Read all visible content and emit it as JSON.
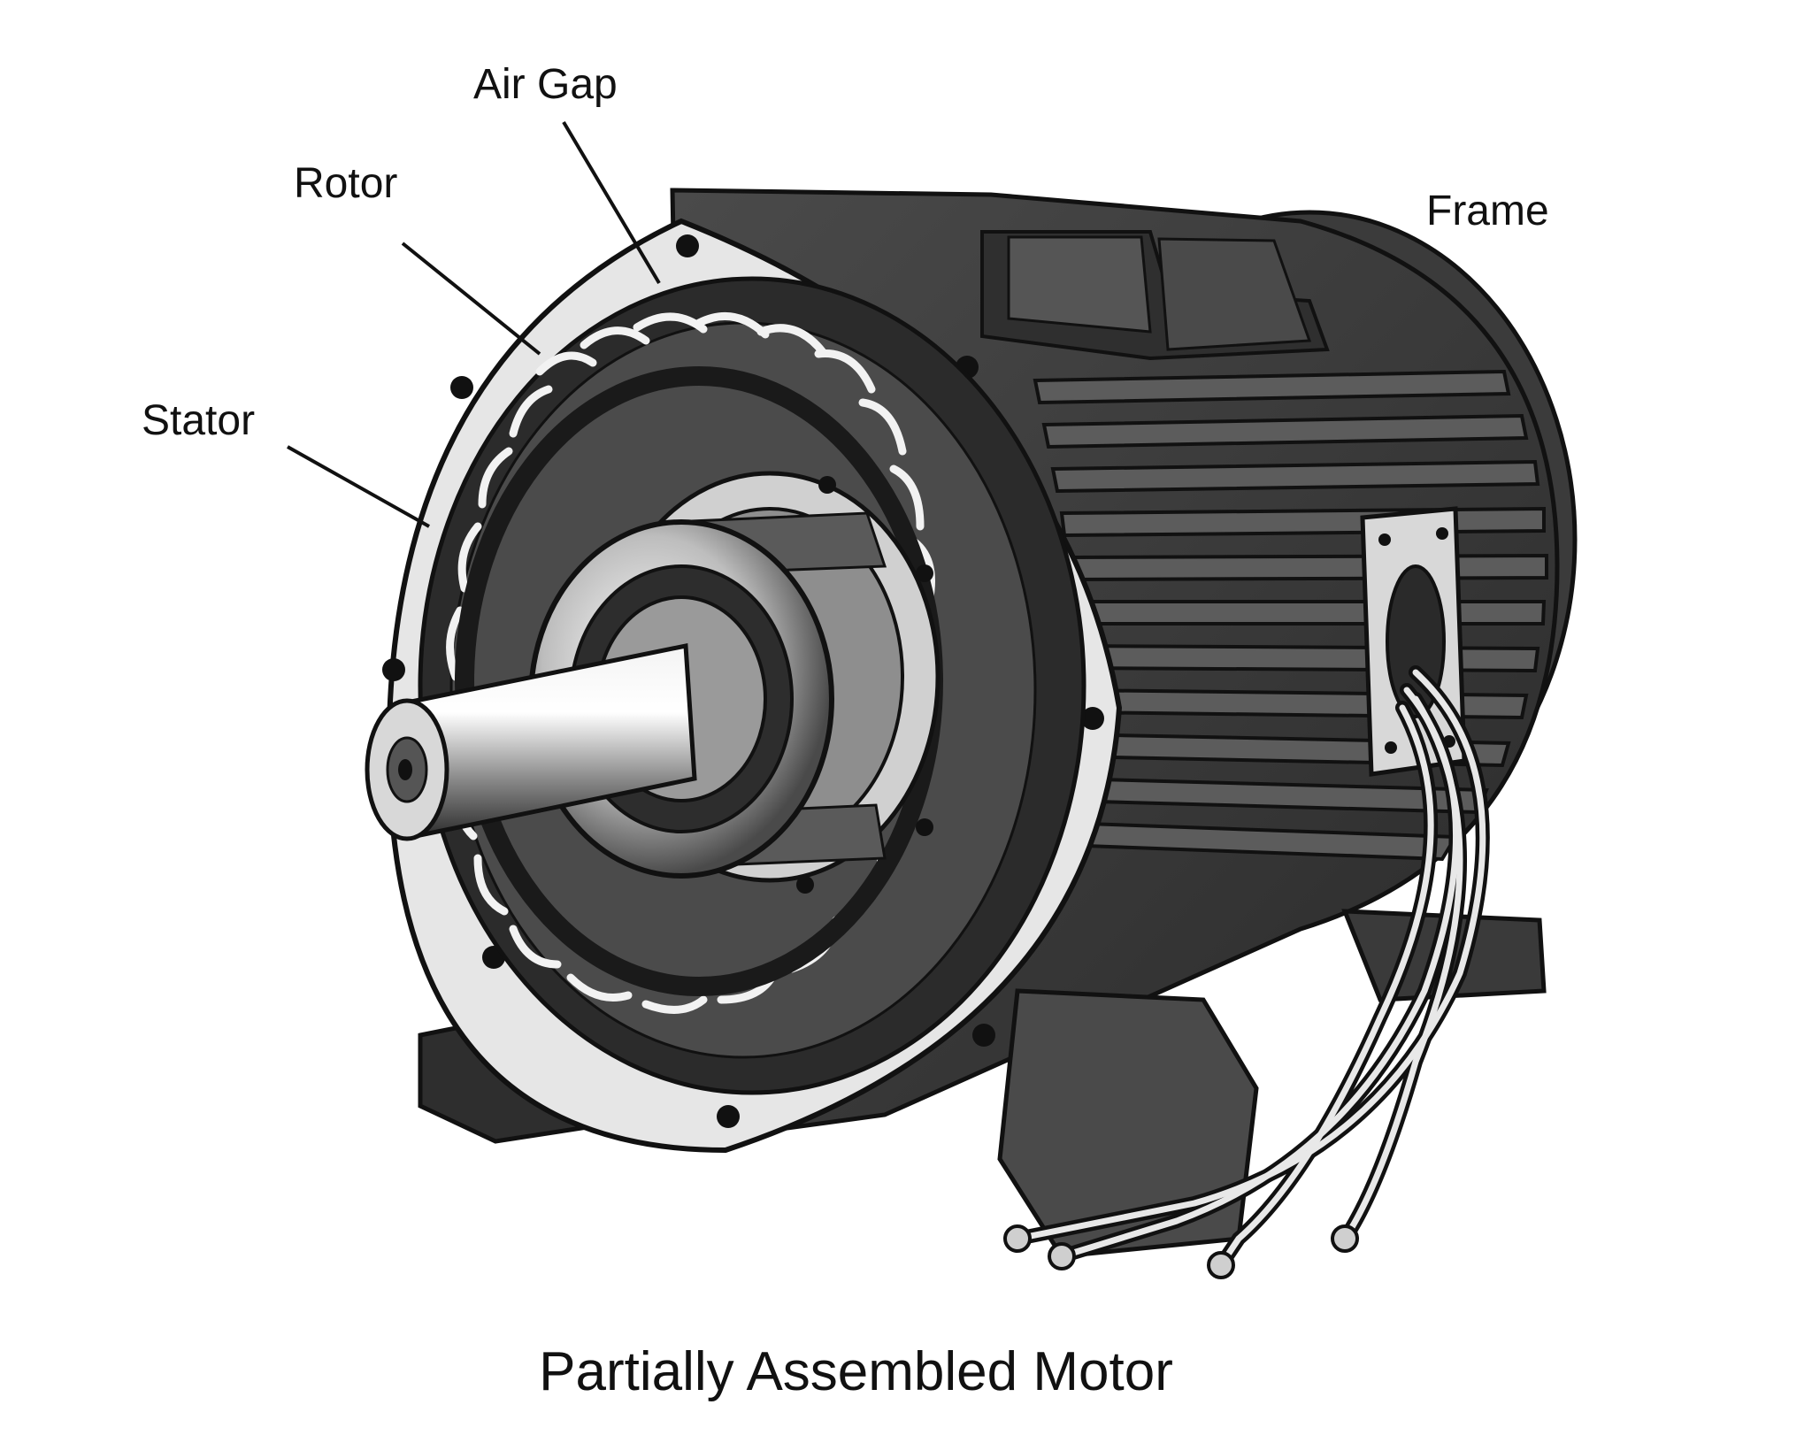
{
  "diagram": {
    "labels": {
      "air_gap": "Air Gap",
      "rotor": "Rotor",
      "stator": "Stator",
      "frame": "Frame"
    },
    "caption": "Partially Assembled Motor"
  },
  "colors": {
    "outline": "#111111",
    "dark_metal": "#3a3a3a",
    "mid_metal": "#6b6b6b",
    "light_metal": "#cfcfcf",
    "background": "#ffffff"
  }
}
